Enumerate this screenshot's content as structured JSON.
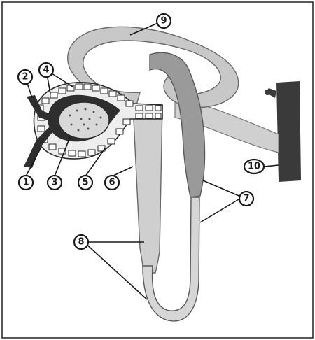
{
  "diagram": {
    "callouts": [
      {
        "id": "1",
        "label": "1"
      },
      {
        "id": "2",
        "label": "2"
      },
      {
        "id": "3",
        "label": "3"
      },
      {
        "id": "4",
        "label": "4"
      },
      {
        "id": "5",
        "label": "5"
      },
      {
        "id": "6",
        "label": "6"
      },
      {
        "id": "7",
        "label": "7"
      },
      {
        "id": "8",
        "label": "8"
      },
      {
        "id": "9",
        "label": "9"
      },
      {
        "id": "10",
        "label": "10"
      }
    ],
    "colors": {
      "tubule_light": "#c8c8c8",
      "tubule_outline": "#6a6a6a",
      "tubule_dark": "#8a8a8a",
      "vessel": "#3a3a3a",
      "capsule_cells": "#f2f2f2",
      "ink": "#1a1a1a"
    }
  }
}
